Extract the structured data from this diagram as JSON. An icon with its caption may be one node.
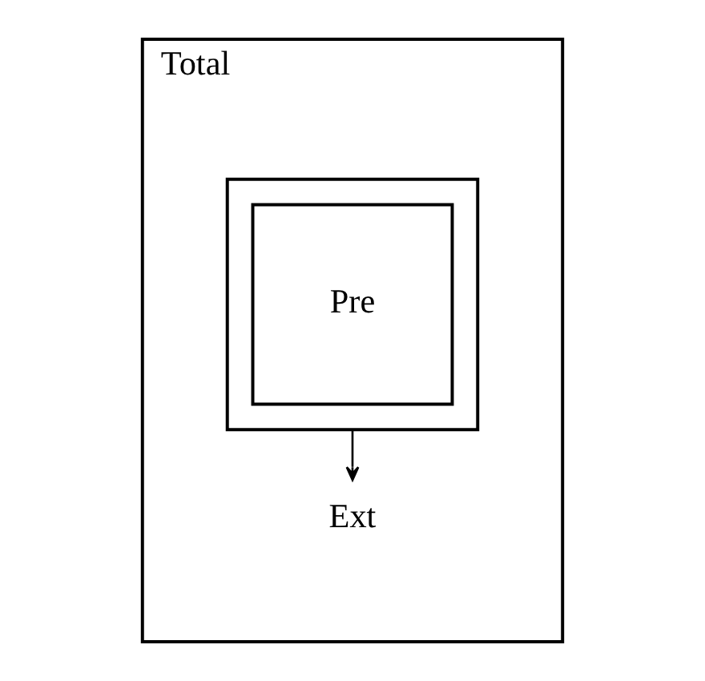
{
  "diagram": {
    "nodes": [
      {
        "text": [
          "Total"
        ]
      },
      {
        "text": [],
        "shape": "box",
        "in": 0
      },
      {
        "text": [
          "Pre"
        ],
        "in": 1
      },
      {
        "text": [
          "Ext"
        ],
        "in": 0
      }
    ],
    "edges": [
      {
        "from": 1,
        "to": 3,
        "arrow": "to"
      }
    ]
  }
}
